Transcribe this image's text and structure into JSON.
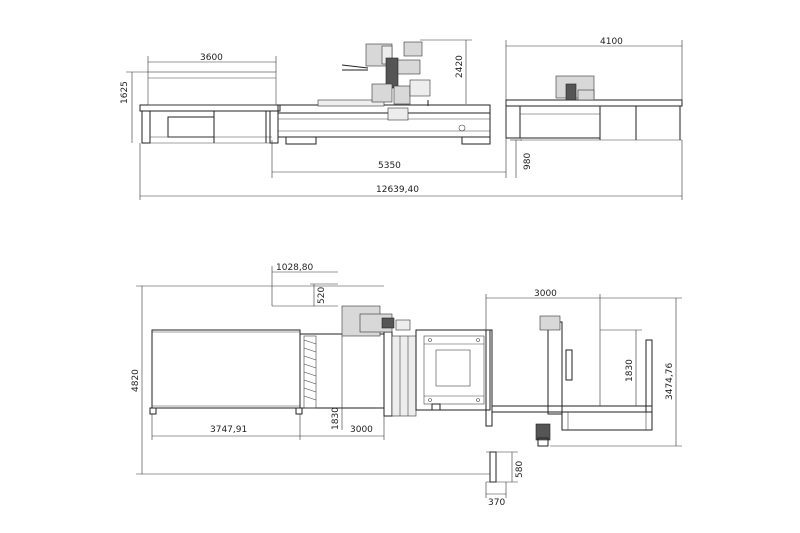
{
  "dimensions": {
    "side_view": {
      "width_left": "3600",
      "height_left": "1625",
      "height_machine": "2420",
      "width_right": "4100",
      "width_center": "5350",
      "height_right": "980",
      "total_length": "12639,40"
    },
    "top_view": {
      "top_a": "1028,80",
      "top_b": "520",
      "total_depth": "4820",
      "width_right": "3000",
      "depth_right_inner": "1830",
      "depth_right_outer": "3474,76",
      "left_table": "3747,91",
      "center_depth": "1830",
      "center_width": "3000",
      "bottom_depth": "580",
      "bottom_width": "370"
    }
  },
  "colors": {
    "line": "#222222",
    "background": "#ffffff"
  }
}
